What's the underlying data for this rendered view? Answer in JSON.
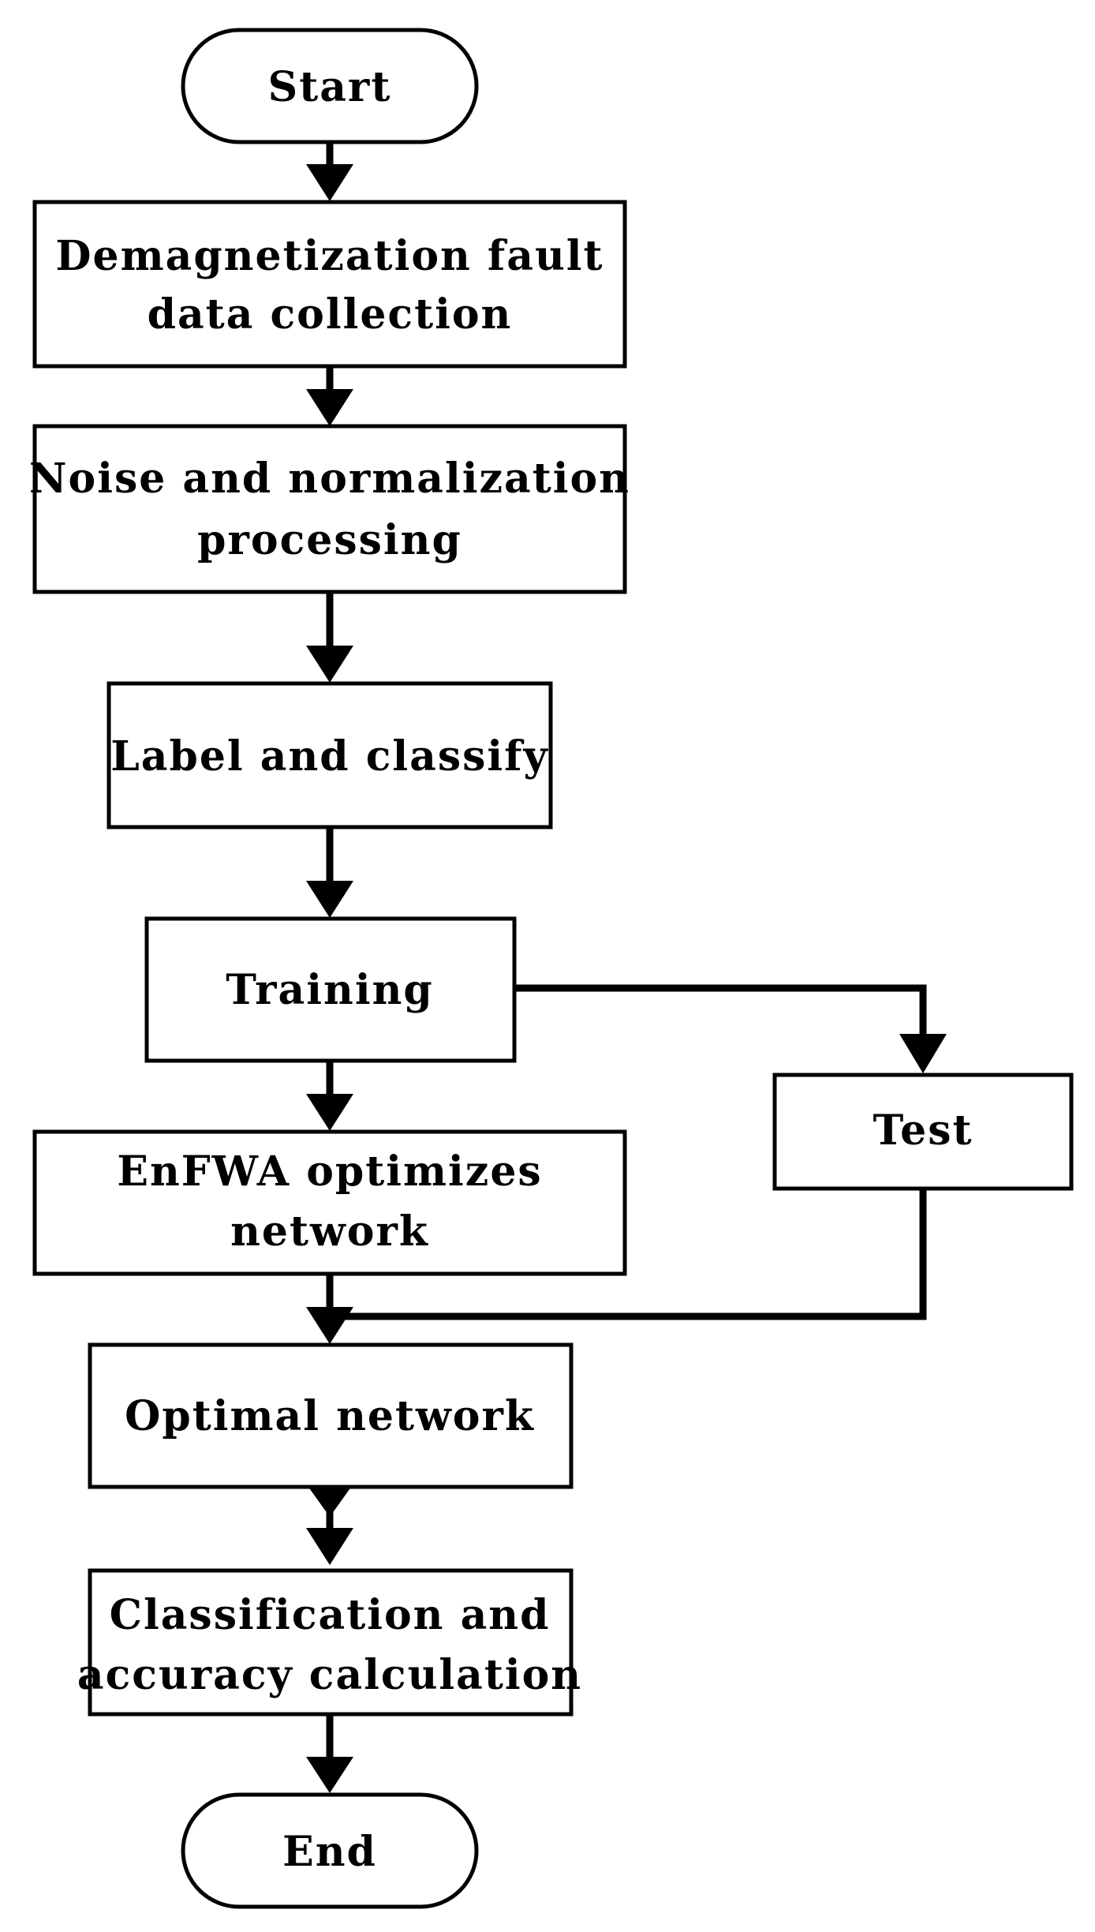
{
  "flowchart": {
    "start": "Start",
    "data_collection": [
      "Demagnetization fault",
      "data collection"
    ],
    "preprocessing": [
      "Noise and normalization",
      "processing"
    ],
    "labeling": "Label and classify",
    "training": "Training",
    "test": "Test",
    "enfwa": [
      "EnFWA optimizes",
      "network"
    ],
    "optimal": "Optimal network",
    "classification": [
      "Classification and",
      "accuracy calculation"
    ],
    "end": "End"
  },
  "colors": {
    "stroke": "#000000",
    "fill": "#ffffff",
    "text": "#000000"
  }
}
